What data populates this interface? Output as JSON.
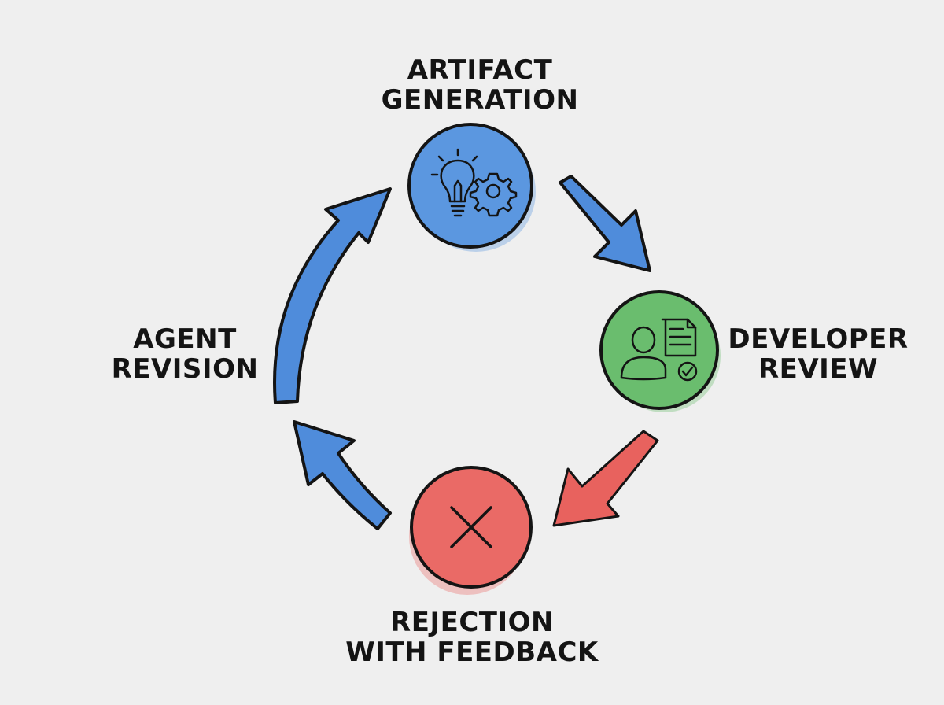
{
  "nodes": {
    "generation": {
      "line1": "ARTIFACT",
      "line2": "GENERATION",
      "icon": "lightbulb-gear-icon",
      "color": "#5b97e0"
    },
    "review": {
      "line1": "DEVELOPER",
      "line2": "REVIEW",
      "icon": "person-document-check-icon",
      "color": "#6abd6e"
    },
    "rejection": {
      "line1": "REJECTION",
      "line2": "WITH FEEDBACK",
      "icon": "cross-icon",
      "color": "#ea6a66"
    },
    "revision": {
      "line1": "AGENT",
      "line2": "REVISION"
    }
  },
  "colors": {
    "arrow_blue": "#4f8cdb",
    "arrow_red": "#e8625e",
    "outline": "#141414",
    "background": "#efefef"
  }
}
